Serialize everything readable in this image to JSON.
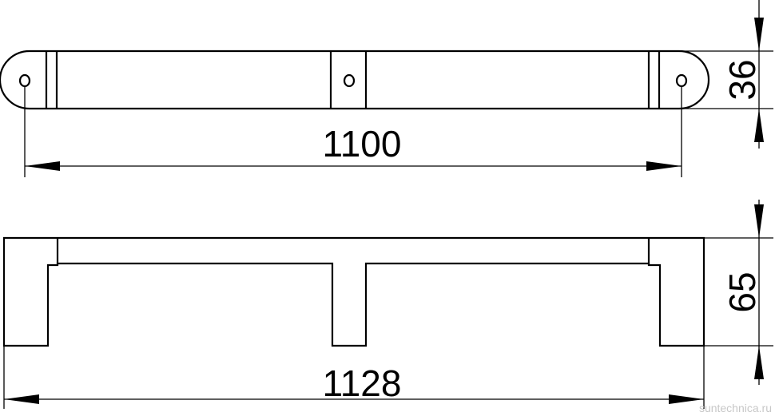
{
  "dimensions": {
    "top_length": "1100",
    "top_height": "36",
    "bottom_length": "1128",
    "bottom_height": "65"
  },
  "watermark": "suntechnica.ru"
}
